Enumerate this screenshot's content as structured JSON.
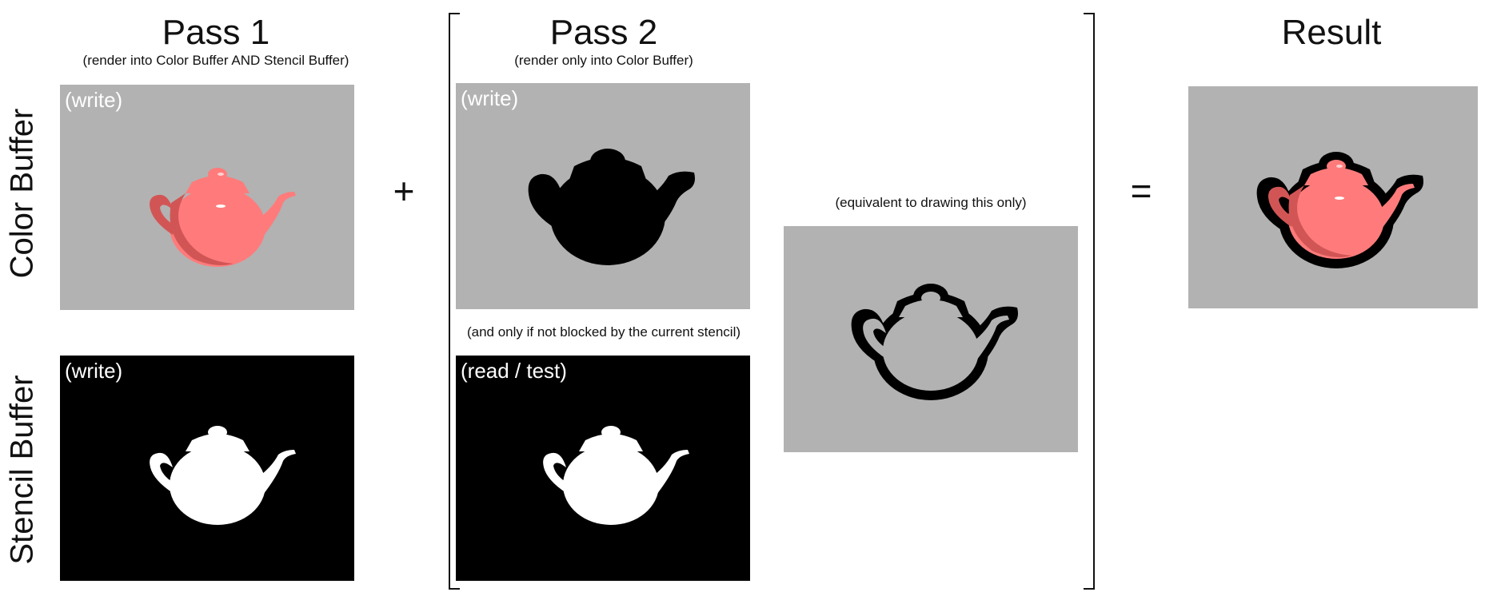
{
  "pass1": {
    "title": "Pass 1",
    "subtitle": "(render into Color Buffer AND Stencil Buffer)"
  },
  "pass2": {
    "title": "Pass 2",
    "subtitle": "(render only into Color Buffer)",
    "stencil_note": "(and only if not blocked by the current stencil)",
    "equivalent_note": "(equivalent to drawing this only)"
  },
  "result": {
    "title": "Result"
  },
  "row_labels": {
    "color_buffer": "Color Buffer",
    "stencil_buffer": "Stencil Buffer"
  },
  "operators": {
    "plus": "+",
    "equals": "="
  },
  "panels": {
    "pass1_color": "(write)",
    "pass1_stencil": "(write)",
    "pass2_color": "(write)",
    "pass2_stencil": "(read / test)"
  },
  "colors": {
    "panel_gray": "#b2b2b2",
    "teapot_red": "#ff7b7b",
    "teapot_shadow": "#d25555",
    "stencil_white": "#ffffff"
  }
}
